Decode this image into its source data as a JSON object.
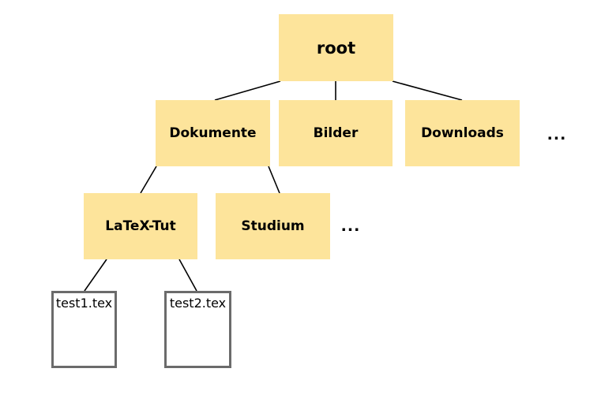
{
  "diagram": {
    "type": "tree",
    "description": "File system hierarchy diagram",
    "colors": {
      "folder_fill": "#fde49b",
      "file_border": "#6b6b6b",
      "edge": "#000000",
      "text": "#000000",
      "background": "#ffffff"
    },
    "nodes": {
      "root": {
        "label": "root",
        "kind": "folder"
      },
      "dokumente": {
        "label": "Dokumente",
        "kind": "folder"
      },
      "bilder": {
        "label": "Bilder",
        "kind": "folder"
      },
      "downloads": {
        "label": "Downloads",
        "kind": "folder"
      },
      "latex_tut": {
        "label": "LaTeX-Tut",
        "kind": "folder"
      },
      "studium": {
        "label": "Studium",
        "kind": "folder"
      },
      "test1": {
        "label": "test1.tex",
        "kind": "file"
      },
      "test2": {
        "label": "test2.tex",
        "kind": "file"
      }
    },
    "ellipsis": {
      "level2": "...",
      "level3": "..."
    },
    "edges": [
      {
        "from": "root",
        "to": "dokumente"
      },
      {
        "from": "root",
        "to": "bilder"
      },
      {
        "from": "root",
        "to": "downloads"
      },
      {
        "from": "dokumente",
        "to": "latex_tut"
      },
      {
        "from": "dokumente",
        "to": "studium"
      },
      {
        "from": "latex_tut",
        "to": "test1"
      },
      {
        "from": "latex_tut",
        "to": "test2"
      }
    ]
  }
}
